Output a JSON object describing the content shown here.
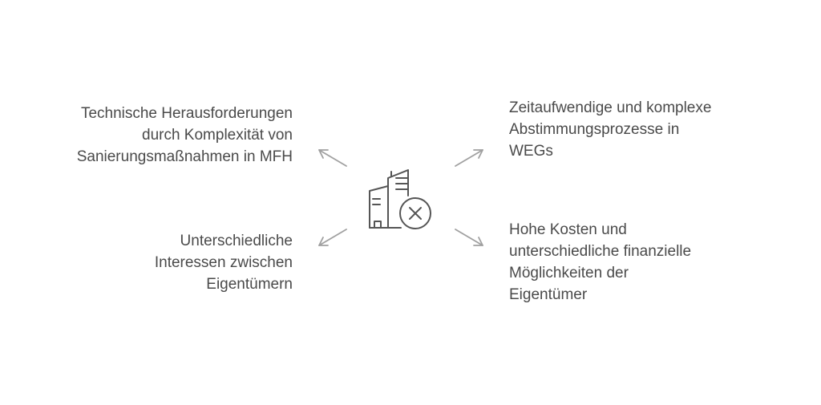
{
  "items": [
    {
      "id": "top-left",
      "lines": [
        "Technische Herausforderungen",
        "durch Komplexität von",
        "Sanierungsmaßnahmen in MFH"
      ]
    },
    {
      "id": "bottom-left",
      "lines": [
        "Unterschiedliche",
        "Interessen zwischen",
        "Eigentümern"
      ]
    },
    {
      "id": "top-right",
      "lines": [
        "Zeitaufwendige und komplexe",
        "Abstimmungsprozesse in",
        "WEGs"
      ]
    },
    {
      "id": "bottom-right",
      "lines": [
        "Hohe Kosten und",
        "unterschiedliche finanzielle",
        "Möglichkeiten der",
        "Eigentümer"
      ]
    }
  ],
  "center_icon": "building-with-x-icon",
  "colors": {
    "text": "#4a4a4a",
    "arrow": "#a0a0a0",
    "icon_stroke": "#555555"
  }
}
